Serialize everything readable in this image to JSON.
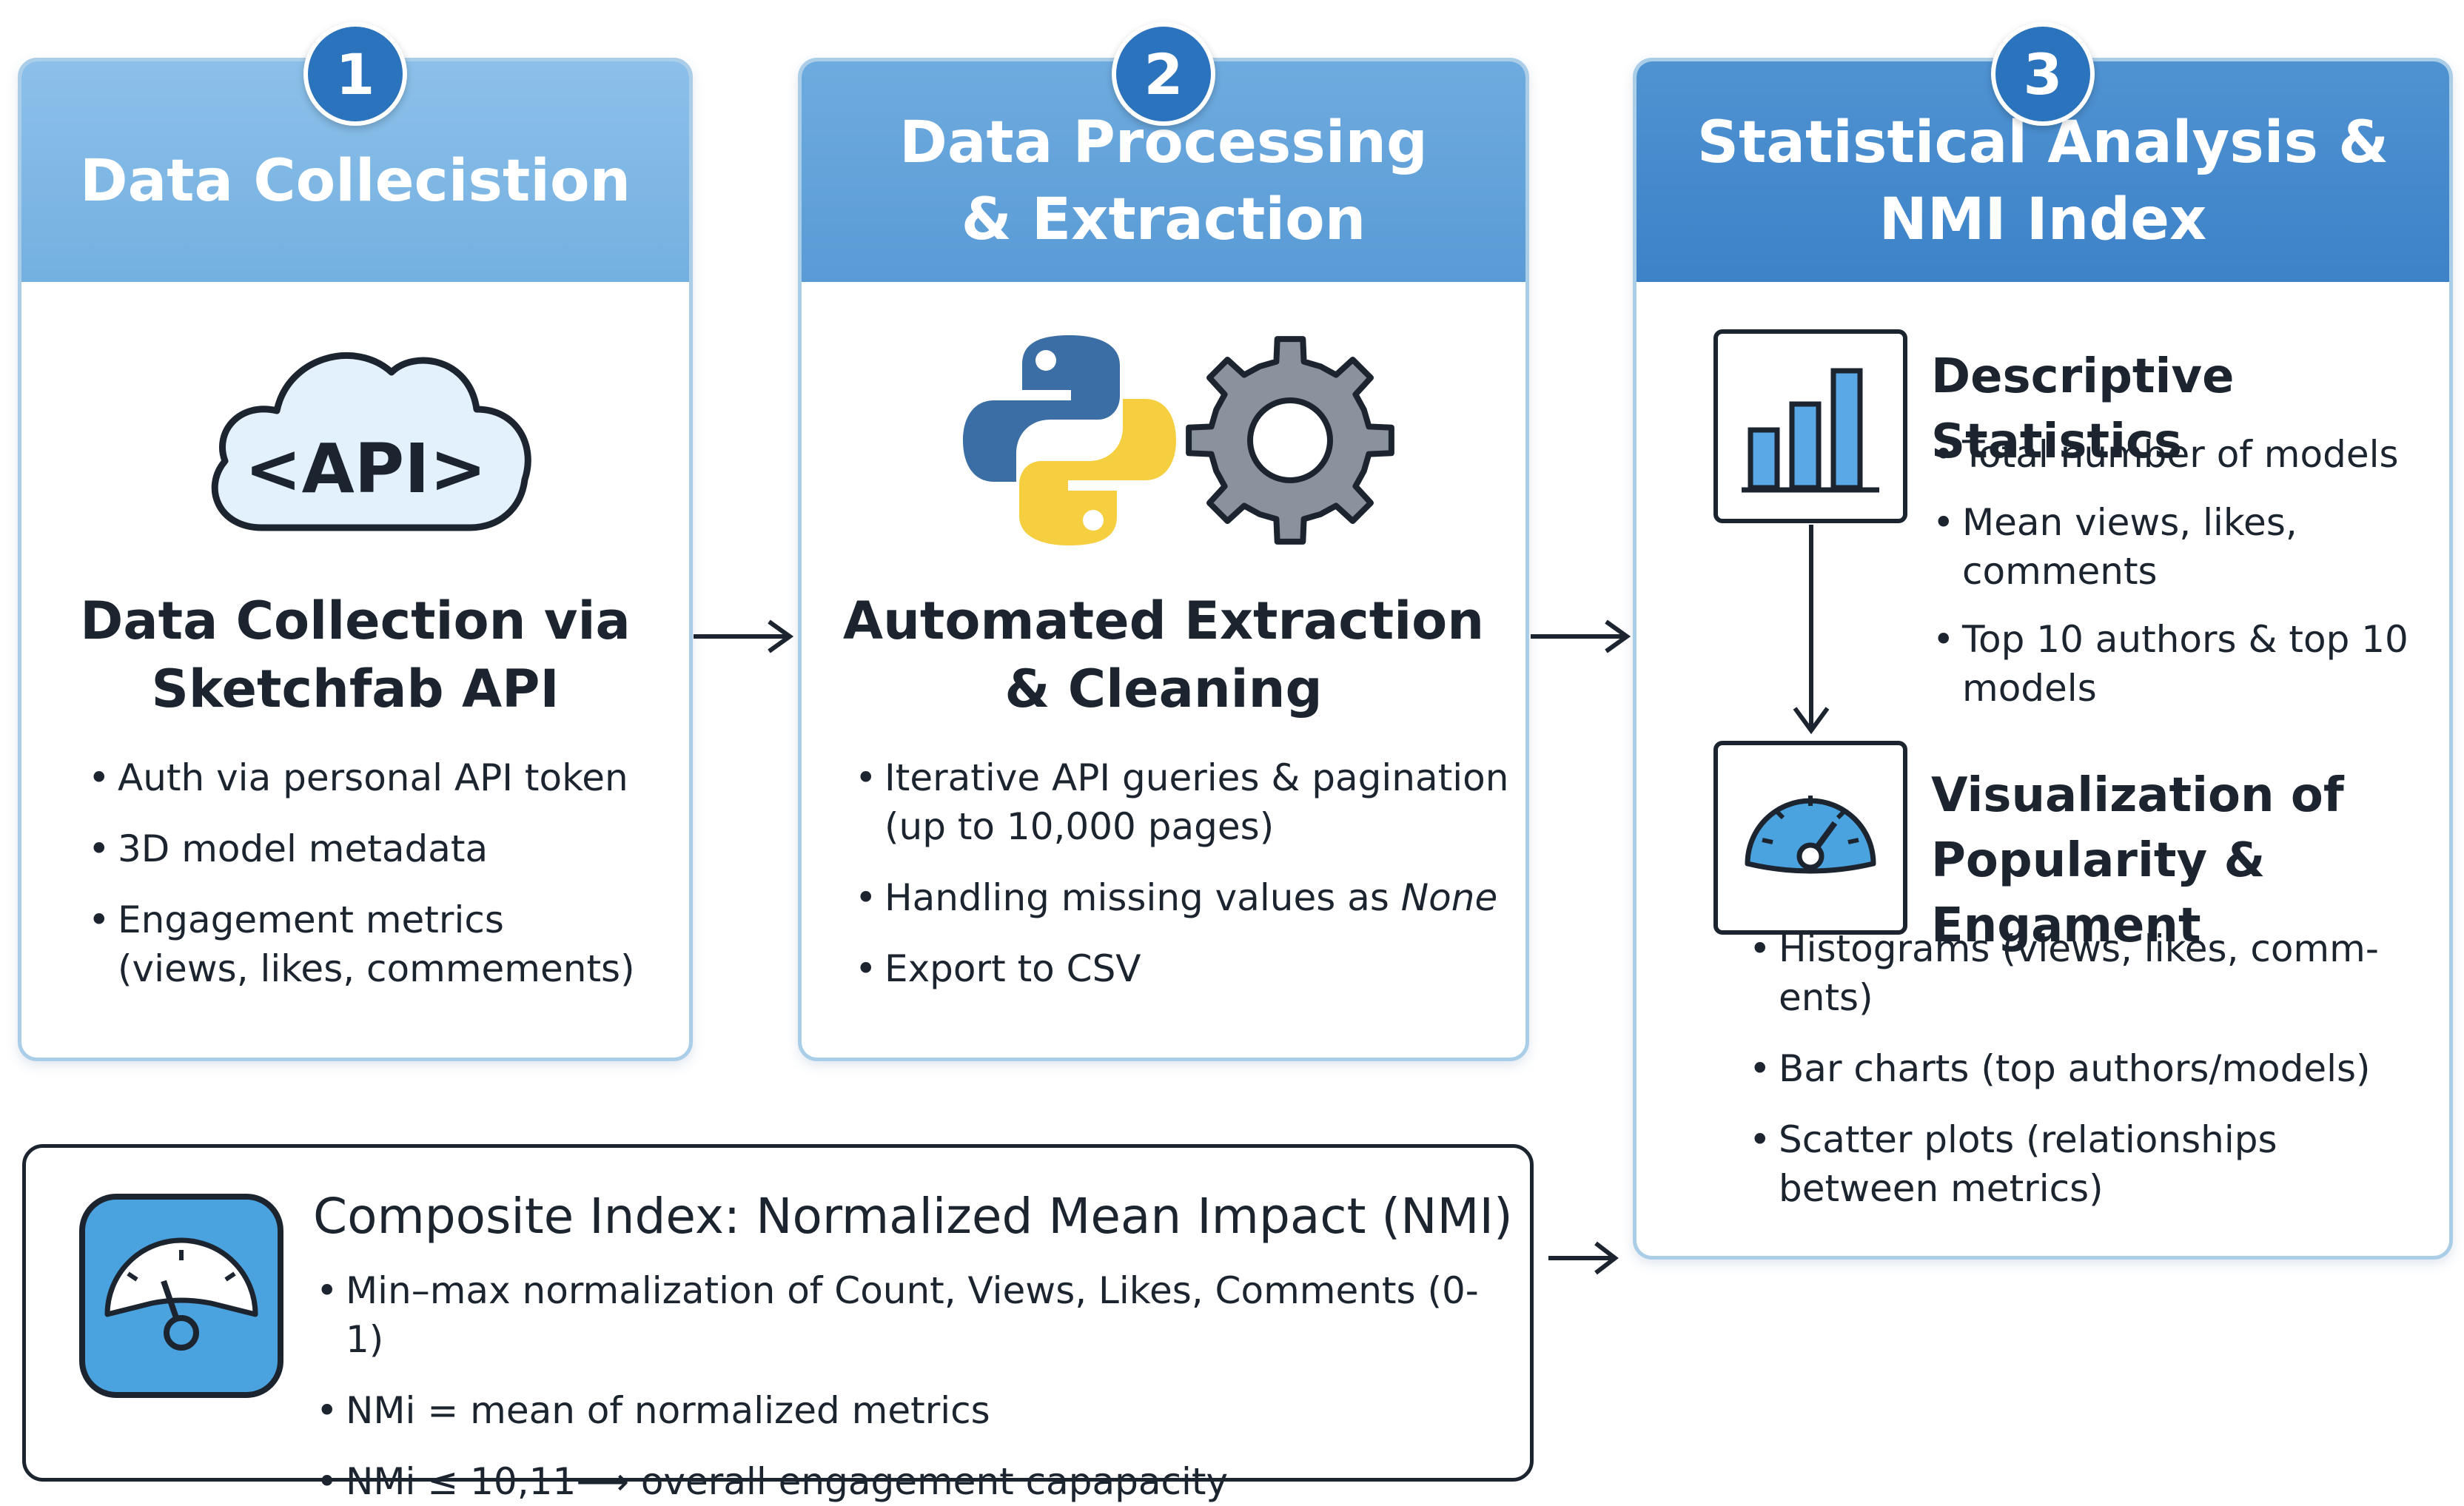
{
  "panels": [
    {
      "number": "1",
      "header": "Data Collecistion",
      "subtitle_lines": [
        "Data Collection via",
        "Sketchfab API"
      ],
      "icon_text": "<API>",
      "bullets": [
        {
          "line1": "Auth via personal API token"
        },
        {
          "line1": "3D model metadata"
        },
        {
          "line1": "Engagement metrics",
          "line2": "(views, likes, commements)"
        }
      ]
    },
    {
      "number": "2",
      "header_lines": [
        "Data Processing",
        "& Extraction"
      ],
      "subtitle_lines": [
        "Automated Extraction",
        "& Cleaning"
      ],
      "bullets": [
        {
          "line1": "Iterative API gueries & pagination",
          "line2": "(up to 10,000 pages)"
        },
        {
          "prefix": "Handling missing values as ",
          "emph": "None"
        },
        {
          "line1": "Export to CSV"
        }
      ]
    },
    {
      "number": "3",
      "header_lines": [
        "Statistical Analysis &",
        "NMI Index"
      ],
      "sections": [
        {
          "title": "Descriptive Statistics",
          "bullets": [
            {
              "line1": "Total number of models"
            },
            {
              "line1": "Mean views, likes,",
              "line2": "comments"
            },
            {
              "line1": "Top 10 authors & top 10",
              "line2": "models"
            }
          ]
        },
        {
          "title_lines": [
            "Visualization of",
            "Popularity & Engament"
          ],
          "bullets": [
            {
              "line1": "Histograms (views, likes, comm-",
              "line2": "ents)"
            },
            {
              "line1": "Bar charts (top authors/models)"
            },
            {
              "line1": "Scatter plots (relationships",
              "line2": "between metrics)"
            }
          ]
        }
      ]
    }
  ],
  "composite": {
    "title": "Composite Index: Normalized Mean Impact (NMI)",
    "bullets": [
      "Min–max normalization of Count, Views, Likes, Comments (0-1)",
      "NMi = mean of normalized metrics",
      "NMi ≤ 10,11⟶ overall engagement capapacity"
    ]
  },
  "colors": {
    "python_blue": "#3b6ea5",
    "python_yellow": "#f5cf3f",
    "gear_gray": "#8a939d",
    "gauge_blue": "#4aa3df",
    "bar_blue": "#5aa9e6"
  }
}
